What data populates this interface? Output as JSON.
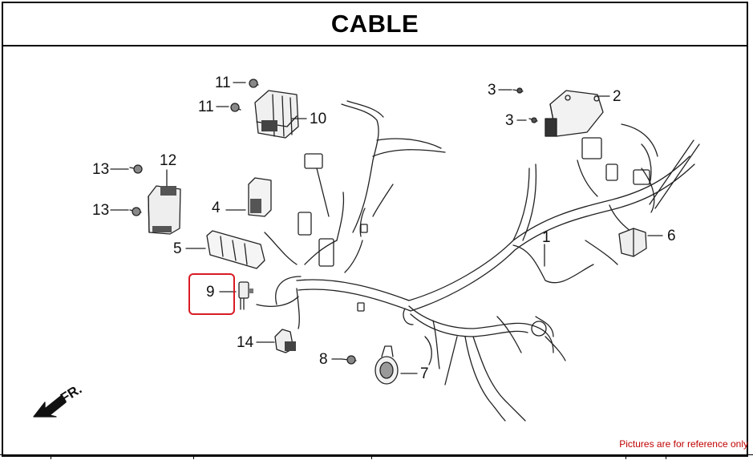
{
  "title": "CABLE",
  "footnote": "Pictures are for reference only",
  "direction_label": "FR.",
  "highlight_color": "#d81b24",
  "highlighted_part": "9",
  "callouts": [
    {
      "id": "c1",
      "label": "1"
    },
    {
      "id": "c2",
      "label": "2"
    },
    {
      "id": "c3a",
      "label": "3"
    },
    {
      "id": "c3b",
      "label": "3"
    },
    {
      "id": "c4",
      "label": "4"
    },
    {
      "id": "c5",
      "label": "5"
    },
    {
      "id": "c6",
      "label": "6"
    },
    {
      "id": "c7",
      "label": "7"
    },
    {
      "id": "c8",
      "label": "8"
    },
    {
      "id": "c9",
      "label": "9"
    },
    {
      "id": "c10",
      "label": "10"
    },
    {
      "id": "c11a",
      "label": "11"
    },
    {
      "id": "c11b",
      "label": "11"
    },
    {
      "id": "c12",
      "label": "12"
    },
    {
      "id": "c13a",
      "label": "13"
    },
    {
      "id": "c13b",
      "label": "13"
    },
    {
      "id": "c14",
      "label": "14"
    }
  ]
}
